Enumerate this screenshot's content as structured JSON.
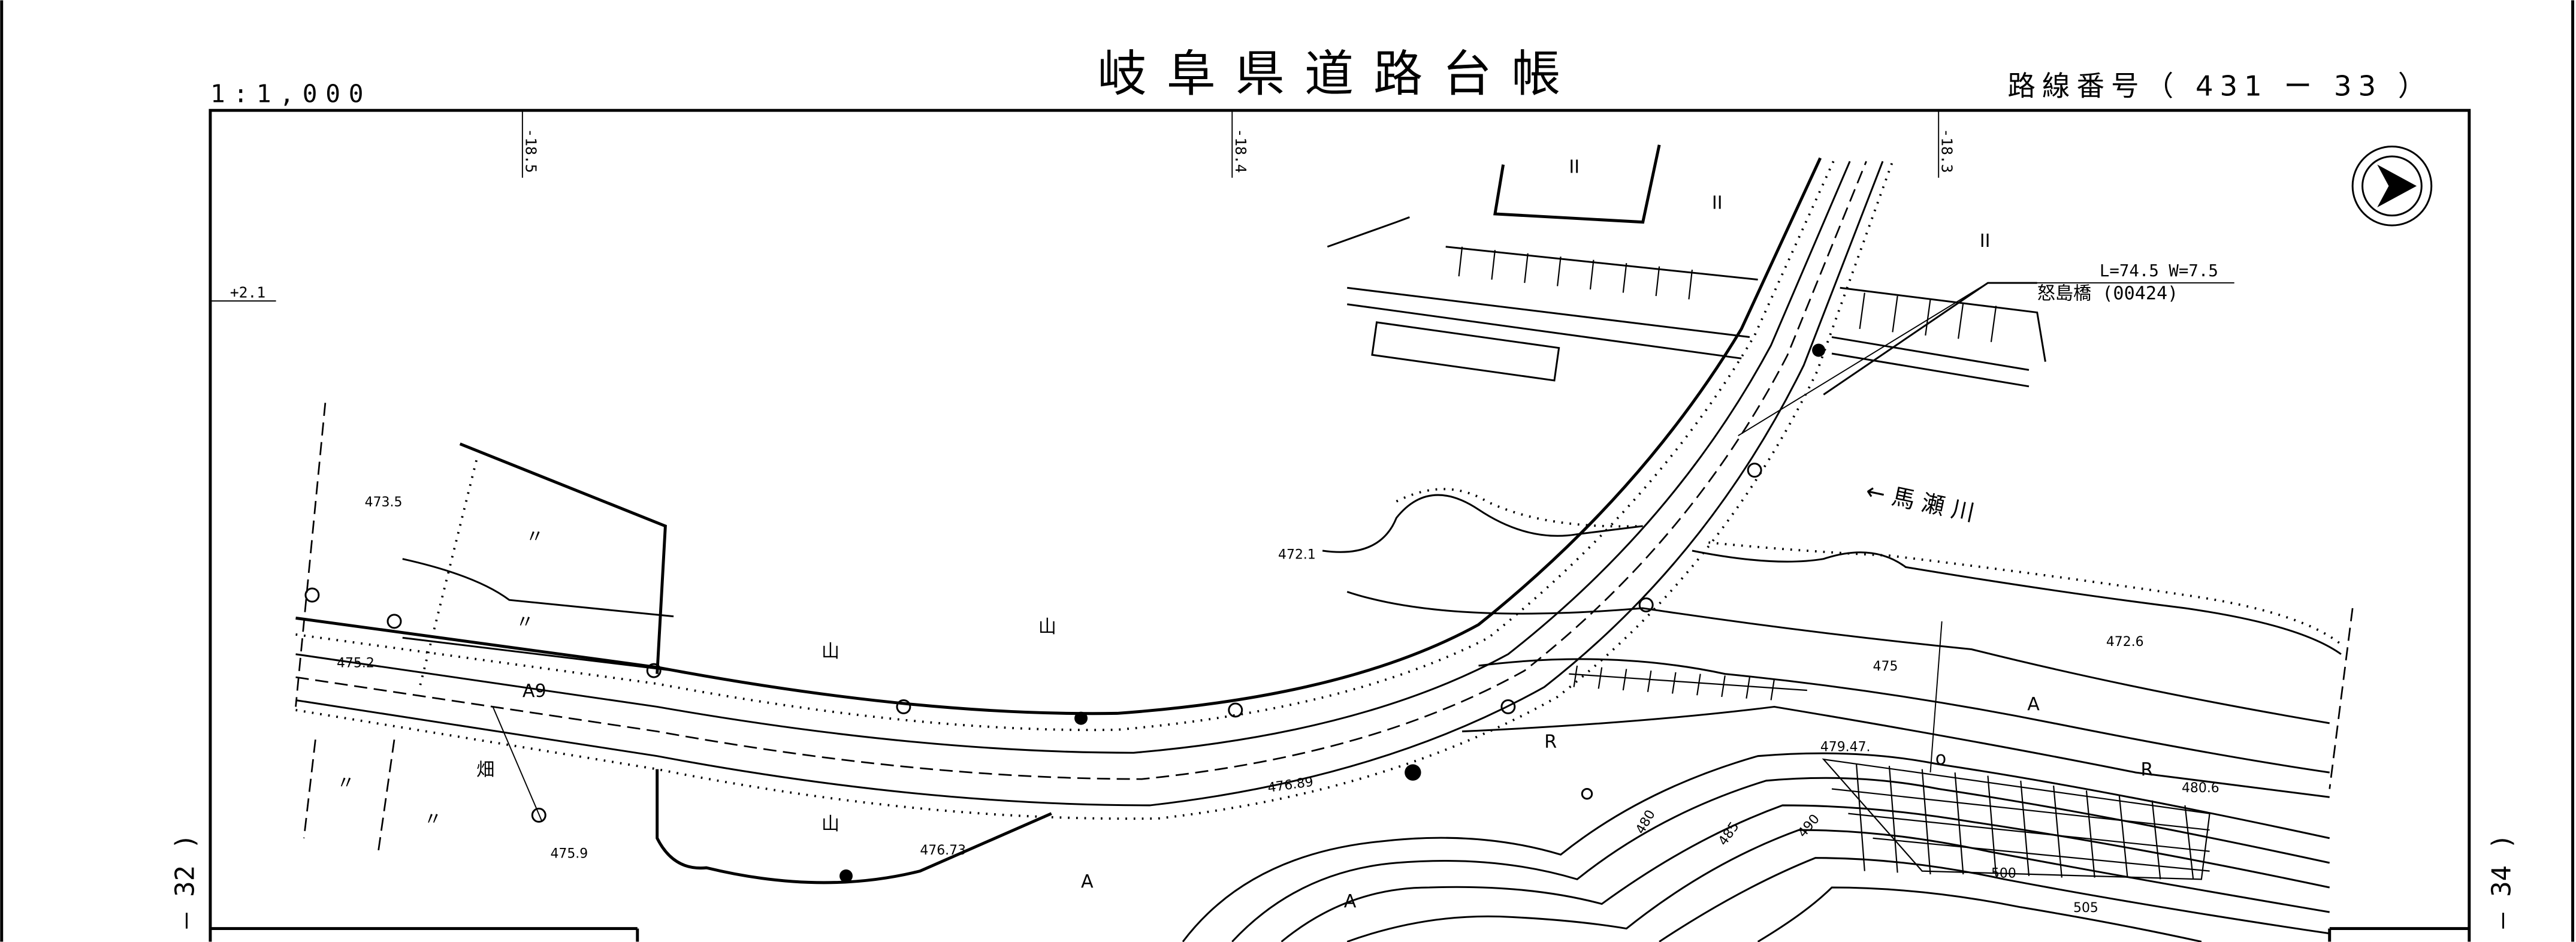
{
  "header": {
    "title": "岐阜県道路台帳",
    "scale": "1:1,000",
    "route_number": "路線番号（ 431 ー  33 ）"
  },
  "side_labels": {
    "left_sheet": "— 32 )",
    "right_sheet": "— 34 )"
  },
  "bridge": {
    "dimensions": "L=74.5  W=7.5",
    "name": "怒島橋 (00424)"
  },
  "river": {
    "label": "←  馬  瀬  川"
  },
  "offset_marks": [
    "-18.5",
    "-18.4",
    "-18.3",
    "+2.1"
  ],
  "elevations": [
    "473.5",
    "475.2",
    "472.1",
    "476.89",
    "476.73",
    "479.47.",
    "472.6",
    "480.6",
    "475.9",
    "475"
  ],
  "contour_labels": [
    "480",
    "485",
    "490",
    "500",
    "505"
  ],
  "land_use_marks": [
    "II",
    "II",
    "II",
    "〃",
    "〃",
    "〃",
    "山",
    "山",
    "山",
    "畑",
    "〃",
    "A9",
    "A",
    "A",
    "A",
    "o",
    "R",
    "R"
  ],
  "north_arrow": "north-arrow-icon"
}
